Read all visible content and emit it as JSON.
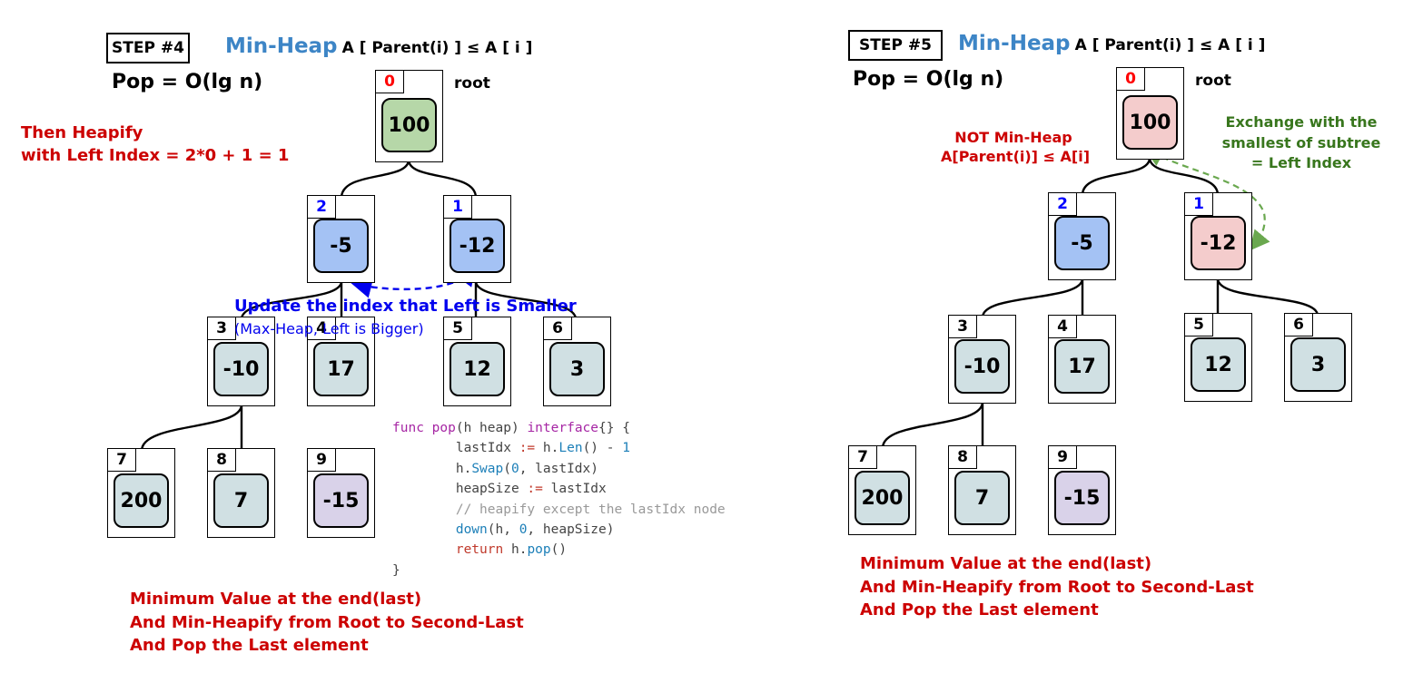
{
  "left": {
    "step": "STEP #4",
    "heap_title": "Min-Heap",
    "heap_formula": "A [ Parent(i) ] ≤ A [ i ]",
    "pop": "Pop = O(lg n)",
    "root_label": "root",
    "note1_line1": "Then Heapify",
    "note1_line2": "with Left Index = 2*0 + 1 = 1",
    "update_line1": "Update the index that Left is Smaller",
    "update_line2": "(Max-Heap, Left is Bigger)",
    "nodes": [
      {
        "index": "0",
        "value": "100",
        "index_color": "#ff0000",
        "fill": "#b6d7a8"
      },
      {
        "index": "2",
        "value": "-5",
        "index_color": "#0000ff",
        "fill": "#a4c2f4"
      },
      {
        "index": "1",
        "value": "-12",
        "index_color": "#0000ff",
        "fill": "#a4c2f4"
      },
      {
        "index": "3",
        "value": "-10",
        "index_color": "#000000",
        "fill": "#d0e0e3"
      },
      {
        "index": "4",
        "value": "17",
        "index_color": "#000000",
        "fill": "#d0e0e3"
      },
      {
        "index": "5",
        "value": "12",
        "index_color": "#000000",
        "fill": "#d0e0e3"
      },
      {
        "index": "6",
        "value": "3",
        "index_color": "#000000",
        "fill": "#d0e0e3"
      },
      {
        "index": "7",
        "value": "200",
        "index_color": "#000000",
        "fill": "#d0e0e3"
      },
      {
        "index": "8",
        "value": "7",
        "index_color": "#000000",
        "fill": "#d0e0e3"
      },
      {
        "index": "9",
        "value": "-15",
        "index_color": "#000000",
        "fill": "#d9d2e9"
      }
    ],
    "code": {
      "line1a": "func ",
      "line1b": "pop",
      "line1c": "(h heap) ",
      "line1d": "interface",
      "line1e": "{} {",
      "line2a": "lastIdx ",
      "line2b": ":=",
      "line2c": " h.",
      "line2d": "Len",
      "line2e": "() - ",
      "line2f": "1",
      "line3a": "h.",
      "line3b": "Swap",
      "line3c": "(",
      "line3d": "0",
      "line3e": ", lastIdx)",
      "line4a": "heapSize ",
      "line4b": ":=",
      "line4c": " lastIdx",
      "line5": "// heapify except the lastIdx node",
      "line6a": "down",
      "line6b": "(h, ",
      "line6c": "0",
      "line6d": ", heapSize)",
      "line7a": "return",
      "line7b": " h.",
      "line7c": "pop",
      "line7d": "()",
      "line8": "}"
    },
    "bottom1": "Minimum Value at the end(last)",
    "bottom2": "And Min-Heapify from Root to Second-Last",
    "bottom3": "And Pop the Last element"
  },
  "right": {
    "step": "STEP #5",
    "heap_title": "Min-Heap",
    "heap_formula": "A [ Parent(i) ] ≤ A [ i ]",
    "pop": "Pop = O(lg n)",
    "root_label": "root",
    "not_heap1": "NOT Min-Heap",
    "not_heap2": "A[Parent(i)] ≤ A[i]",
    "exchange1": "Exchange with the",
    "exchange2": "smallest of subtree",
    "exchange3": "= Left Index",
    "nodes": [
      {
        "index": "0",
        "value": "100",
        "index_color": "#ff0000",
        "fill": "#f4cccc"
      },
      {
        "index": "2",
        "value": "-5",
        "index_color": "#0000ff",
        "fill": "#a4c2f4"
      },
      {
        "index": "1",
        "value": "-12",
        "index_color": "#0000ff",
        "fill": "#f4cccc"
      },
      {
        "index": "3",
        "value": "-10",
        "index_color": "#000000",
        "fill": "#d0e0e3"
      },
      {
        "index": "4",
        "value": "17",
        "index_color": "#000000",
        "fill": "#d0e0e3"
      },
      {
        "index": "5",
        "value": "12",
        "index_color": "#000000",
        "fill": "#d0e0e3"
      },
      {
        "index": "6",
        "value": "3",
        "index_color": "#000000",
        "fill": "#d0e0e3"
      },
      {
        "index": "7",
        "value": "200",
        "index_color": "#000000",
        "fill": "#d0e0e3"
      },
      {
        "index": "8",
        "value": "7",
        "index_color": "#000000",
        "fill": "#d0e0e3"
      },
      {
        "index": "9",
        "value": "-15",
        "index_color": "#000000",
        "fill": "#d9d2e9"
      }
    ],
    "bottom1": "Minimum Value at the end(last)",
    "bottom2": "And Min-Heapify from Root to Second-Last",
    "bottom3": "And Pop the Last element"
  }
}
